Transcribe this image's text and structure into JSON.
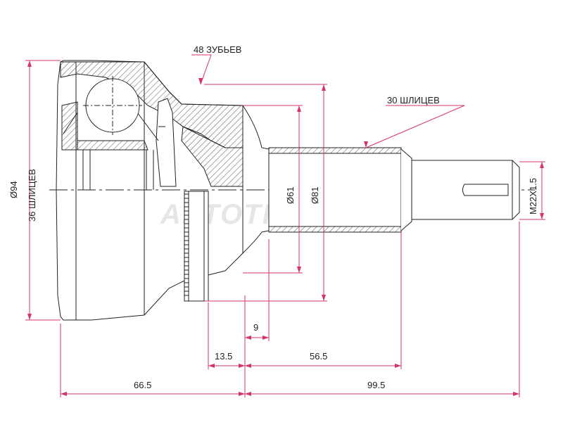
{
  "colors": {
    "outline": "#222222",
    "dimension": "#d6336c",
    "watermark": "#e6e6e6"
  },
  "watermark": "АВТОТРЕЙД",
  "labels": {
    "teeth": "48 ЗУБЬЕВ",
    "splines_out": "30 ШЛИЦЕВ",
    "splines_in": "36 ШЛИЦЕВ"
  },
  "dimensions": {
    "d94": "Ø94",
    "d61": "Ø61",
    "d81": "Ø81",
    "thread": "M22X1.5",
    "w9": "9",
    "w13_5": "13.5",
    "w56_5": "56.5",
    "w66_5": "66.5",
    "w99_5": "99.5"
  }
}
